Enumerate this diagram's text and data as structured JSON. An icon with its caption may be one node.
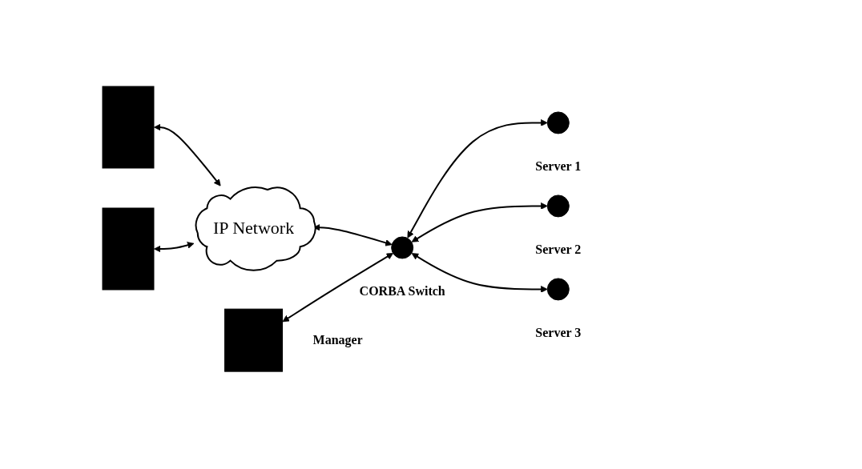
{
  "diagram": {
    "nodes": [
      {
        "text": [],
        "shape": "box"
      },
      {
        "text": [],
        "shape": "box"
      },
      {
        "text": [
          "IP Network"
        ]
      },
      {
        "text": [],
        "shape": "box",
        "beside": [
          "Manager"
        ]
      },
      {
        "text": [],
        "shape": "circle",
        "beside": [
          "CORBA Switch"
        ]
      },
      {
        "text": [],
        "shape": "circle",
        "beside": [
          "Server 1"
        ]
      },
      {
        "text": [],
        "shape": "circle",
        "beside": [
          "Server 2"
        ]
      },
      {
        "text": [],
        "shape": "circle",
        "beside": [
          "Server 3"
        ]
      }
    ],
    "edges": [
      {
        "from": 0,
        "to": 2,
        "arrow": "both"
      },
      {
        "from": 1,
        "to": 2,
        "arrow": "both"
      },
      {
        "from": 2,
        "to": 4,
        "arrow": "both"
      },
      {
        "from": 3,
        "to": 4,
        "arrow": "both"
      },
      {
        "from": 4,
        "to": 5,
        "arrow": "both"
      },
      {
        "from": 4,
        "to": 6,
        "arrow": "both"
      },
      {
        "from": 4,
        "to": 7,
        "arrow": "both"
      }
    ]
  }
}
